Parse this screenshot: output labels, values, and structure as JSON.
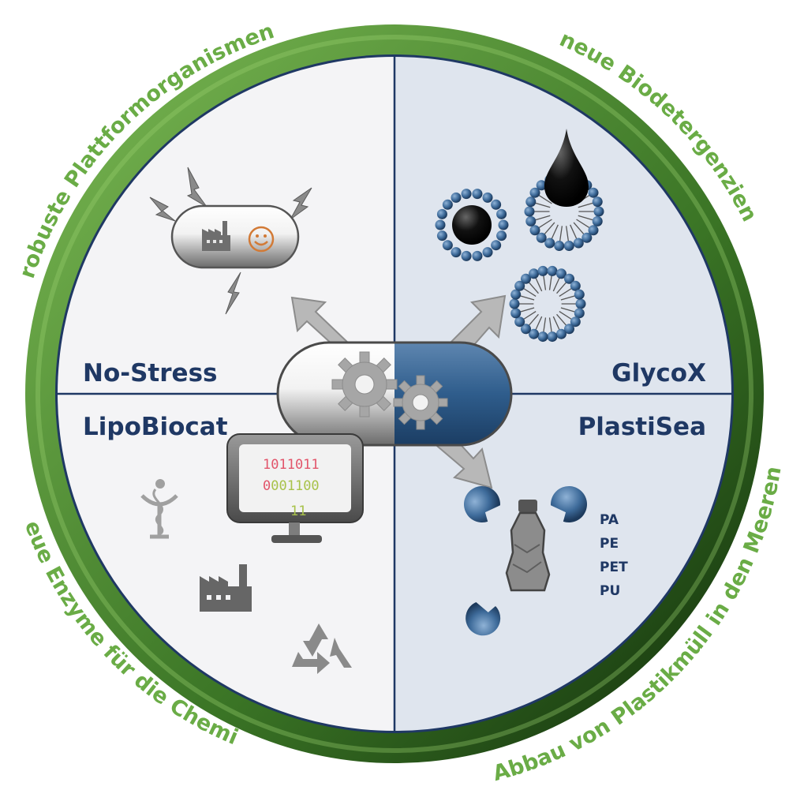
{
  "ring_labels": {
    "top_left": "robuste Plattformorganismen",
    "top_right": "neue Biodetergenzien",
    "bottom_left": "neue Enzyme für die Chemie",
    "bottom_right": "Abbau von Plastikmüll in den Meeren"
  },
  "quadrants": {
    "top_left": "No-Stress",
    "top_right": "GlycoX",
    "bottom_left": "LipoBiocat",
    "bottom_right": "PlastiSea"
  },
  "binary_display": {
    "line1": "1011011",
    "line2_first": "0",
    "line2_rest": "001100",
    "line3": "11"
  },
  "plastics": [
    "PA",
    "PE",
    "PET",
    "PU"
  ],
  "colors": {
    "ring": "#3f7d2a",
    "ring_text": "#6aac46",
    "divider": "#1f3864",
    "label": "#1f3864",
    "left_bg": "#f4f4f6",
    "right_bg": "#dfe5ee",
    "bead": "#3e6b9a",
    "binary_red": "#e2556b",
    "binary_green": "#a8c24a"
  },
  "icons": [
    "lightning-icon",
    "factory-icon",
    "smiley-icon",
    "gear-icon",
    "oil-drop-icon",
    "micelle-icon",
    "monitor-icon",
    "pharmacy-icon",
    "recycle-icon",
    "bottle-icon",
    "enzyme-icon",
    "arrow-icon"
  ]
}
